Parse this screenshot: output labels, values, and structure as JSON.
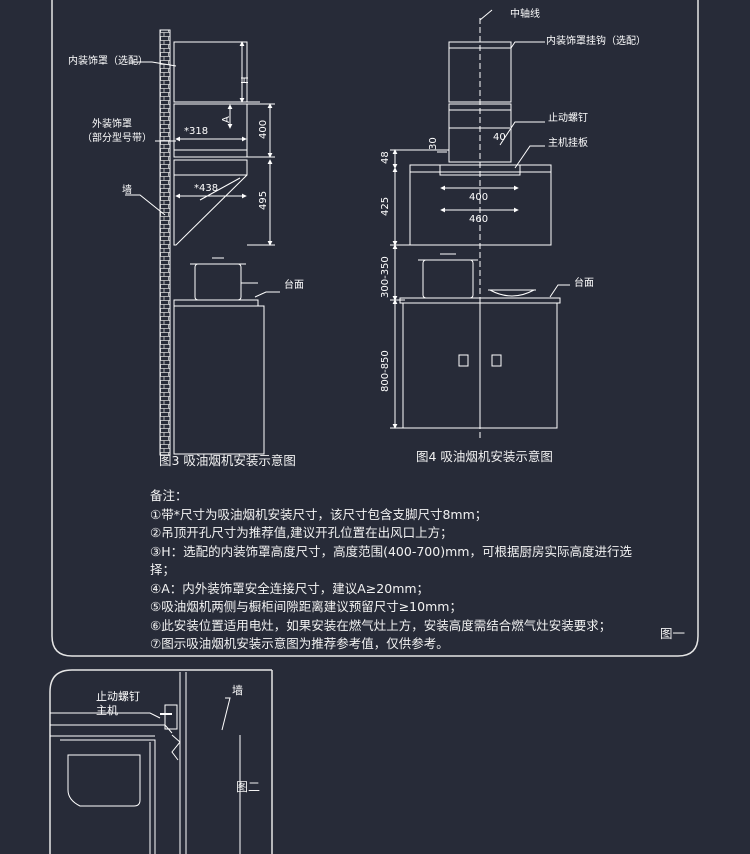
{
  "fig3": {
    "labels": {
      "inner_cover": "内装饰罩（选配）",
      "outer_cover_1": "外装饰罩",
      "outer_cover_2": "（部分型号带）",
      "wall": "墙",
      "countertop": "台面"
    },
    "dims": {
      "h": "H",
      "a": "A",
      "d400": "400",
      "d318": "*318",
      "d438": "*438",
      "d495": "495"
    },
    "caption": "图3 吸油烟机安装示意图"
  },
  "fig4": {
    "labels": {
      "center_axis": "中轴线",
      "hook": "内装饰罩挂钩（选配）",
      "screw": "止动螺钉",
      "plate": "主机挂板",
      "countertop": "台面"
    },
    "dims": {
      "d30": "30",
      "d40": "40",
      "d48": "48",
      "d400": "400",
      "d460": "460",
      "d425": "425",
      "d300_350": "300-350",
      "d800_850": "800-850"
    },
    "caption": "图4 吸油烟机安装示意图"
  },
  "notes": {
    "title": "备注：",
    "items": [
      "①带*尺寸为吸油烟机安装尺寸，该尺寸包含支脚尺寸8mm；",
      "②吊顶开孔尺寸为推荐值,建议开孔位置在出风口上方；",
      "③H：选配的内装饰罩高度尺寸，高度范围(400-700)mm，可根据厨房实际高度进行选择；",
      "④A：内外装饰罩安全连接尺寸，建议A≥20mm；",
      "⑤吸油烟机两侧与橱柜间隙距离建议预留尺寸≥10mm；",
      "⑥此安装位置适用电灶，如果安装在燃气灶上方，安装高度需结合燃气灶安装要求；",
      "⑦图示吸油烟机安装示意图为推荐参考值，仅供参考。"
    ],
    "figure_tag": "图一"
  },
  "fig2": {
    "labels": {
      "screw": "止动螺钉",
      "main": "主机",
      "wall": "墙"
    },
    "tag": "图二"
  }
}
